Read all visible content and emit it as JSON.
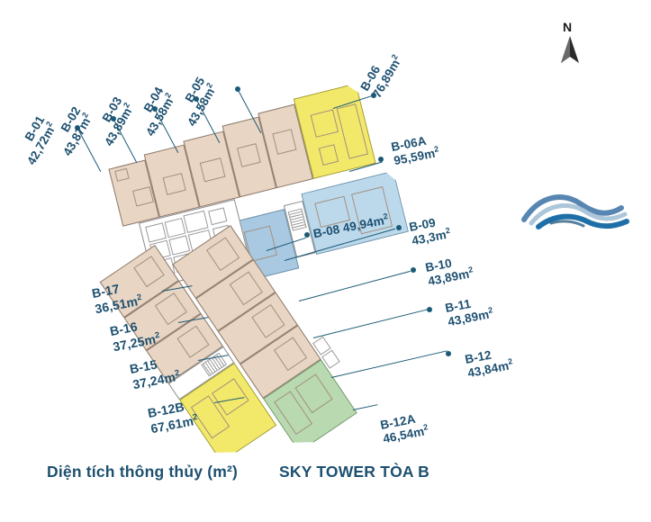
{
  "caption": {
    "area_note": "Diện tích thông thủy (m²)",
    "tower_name": "SKY TOWER TÒA B"
  },
  "compass": {
    "label": "N",
    "icon": "north-arrow-icon"
  },
  "logo": {
    "icon": "wave-logo-icon"
  },
  "units": [
    {
      "id": "B-01",
      "code": "B-01",
      "area": "42,72m",
      "sup": "2",
      "color": "#e8d5c4"
    },
    {
      "id": "B-02",
      "code": "B-02",
      "area": "43,87m",
      "sup": "2",
      "color": "#e8d5c4"
    },
    {
      "id": "B-03",
      "code": "B-03",
      "area": "43,89m",
      "sup": "2",
      "color": "#e8d5c4"
    },
    {
      "id": "B-04",
      "code": "B-04",
      "area": "43,58m",
      "sup": "2",
      "color": "#e8d5c4"
    },
    {
      "id": "B-05",
      "code": "B-05",
      "area": "43,58m",
      "sup": "2",
      "color": "#e8d5c4"
    },
    {
      "id": "B-06",
      "code": "B-06",
      "area": "76,89m",
      "sup": "2",
      "color": "#f2e96a"
    },
    {
      "id": "B-06A",
      "code": "B-06A",
      "area": "95,59m",
      "sup": "2",
      "color": "#bcd9ec"
    },
    {
      "id": "B-08",
      "code": "B-08",
      "area": "49,94m",
      "sup": "2",
      "color": "#a9c9e2"
    },
    {
      "id": "B-09",
      "code": "B-09",
      "area": "43,3m",
      "sup": "2",
      "color": "#e8d5c4"
    },
    {
      "id": "B-10",
      "code": "B-10",
      "area": "43,89m",
      "sup": "2",
      "color": "#e8d5c4"
    },
    {
      "id": "B-11",
      "code": "B-11",
      "area": "43,89m",
      "sup": "2",
      "color": "#e8d5c4"
    },
    {
      "id": "B-12",
      "code": "B-12",
      "area": "43,84m",
      "sup": "2",
      "color": "#e8d5c4"
    },
    {
      "id": "B-12A",
      "code": "B-12A",
      "area": "46,54m",
      "sup": "2",
      "color": "#b9d9b0"
    },
    {
      "id": "B-12B",
      "code": "B-12B",
      "area": "67,61m",
      "sup": "2",
      "color": "#f2e96a"
    },
    {
      "id": "B-15",
      "code": "B-15",
      "area": "37,24m",
      "sup": "2",
      "color": "#e8d5c4"
    },
    {
      "id": "B-16",
      "code": "B-16",
      "area": "37,25m",
      "sup": "2",
      "color": "#e8d5c4"
    },
    {
      "id": "B-17",
      "code": "B-17",
      "area": "36,51m",
      "sup": "2",
      "color": "#e8d5c4"
    }
  ],
  "palette": {
    "text": "#1d5070",
    "leader": "#1b5a76",
    "beige": "#e8d5c4",
    "yellow": "#f2e96a",
    "blue_light": "#bcd9ec",
    "blue_mid": "#a9c9e2",
    "green": "#b9d9b0",
    "wall": "#8c7a6b"
  }
}
